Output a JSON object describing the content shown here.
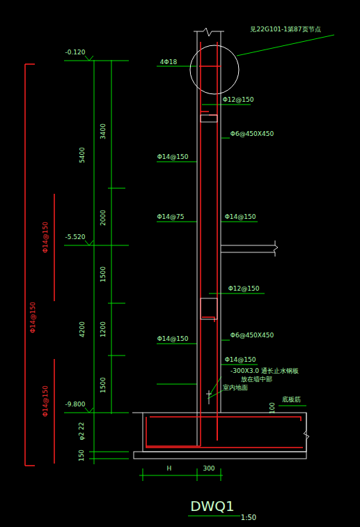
{
  "diagram": {
    "title": "DWQ1",
    "caption": "1:50",
    "labels": [
      "见22G101-1第87页节点",
      "4Φ18",
      "Φ12@150",
      "Φ6@450X450",
      "Φ14@150",
      "Φ14@75",
      "Φ14@150",
      "Φ12@150",
      "Φ6@450X450",
      "Φ14@150",
      "Φ14@150",
      "-300X3.0 通长止水钢板",
      "放在墙中部",
      "室内地面",
      "100",
      "底板筋",
      "-0.120",
      "5400",
      "3400",
      "2000",
      "-5.520",
      "1500",
      "1200",
      "4200",
      "1500",
      "-9.800",
      "φ2 22",
      "150",
      "Φ14@150",
      "Φ14@150",
      "Φ14@150",
      "H",
      "300"
    ]
  }
}
